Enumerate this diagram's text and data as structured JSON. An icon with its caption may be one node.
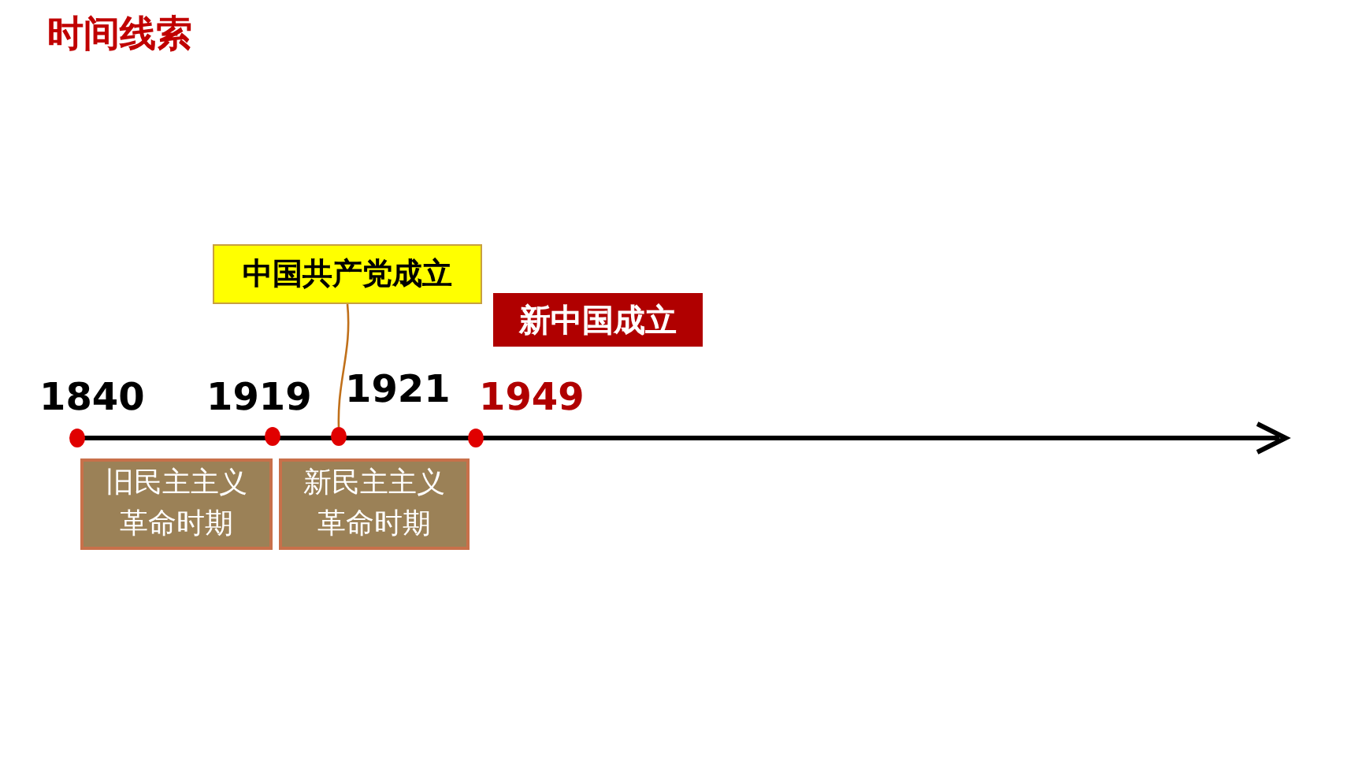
{
  "diagram": {
    "title": "时间线索",
    "nodes": [
      {
        "text": [
          "中国共产党成立"
        ]
      },
      {
        "text": [
          "新中国成立"
        ]
      },
      {
        "text": [],
        "shape": "circle"
      },
      {
        "text": [],
        "shape": "circle"
      },
      {
        "text": [],
        "shape": "circle"
      },
      {
        "text": [],
        "shape": "circle"
      },
      {
        "text": [
          "旧民主主义革命时期"
        ]
      },
      {
        "text": [
          "新民主主义革命时期"
        ]
      }
    ],
    "edges": [
      {
        "from": 0,
        "to": 4,
        "arrow": "none"
      }
    ],
    "labels": [
      "1840",
      "1919",
      "1921",
      "1949"
    ]
  }
}
